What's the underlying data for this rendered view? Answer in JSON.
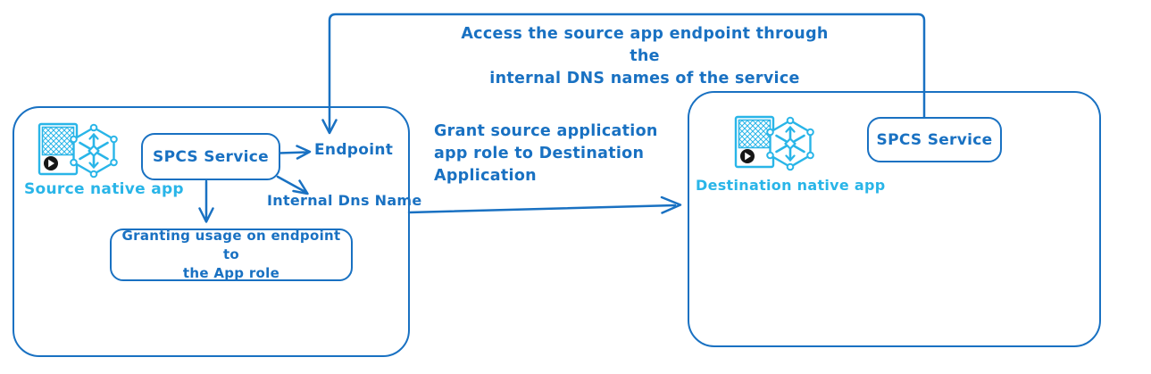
{
  "diagram_title": "SPCS service endpoint access between native apps",
  "colors": {
    "stroke_blue": "#1971c2",
    "accent_light_blue": "#29b5e8",
    "play_button_black": "#161616",
    "background": "#ffffff"
  },
  "notes": {
    "access_note": "Access the source app endpoint through the\ninternal DNS names of the service",
    "grant_note": "Grant source application\napp role to Destination\nApplication"
  },
  "source": {
    "app_label": "Source native app",
    "service_label": "SPCS Service",
    "endpoint_label": "Endpoint",
    "internal_dns_label": "Internal Dns Name",
    "granting_label": "Granting usage on endpoint to\nthe App role"
  },
  "destination": {
    "app_label": "Destination native app",
    "service_label": "SPCS Service"
  },
  "icons": {
    "source_icon": "native-app-snowflake-icon",
    "destination_icon": "native-app-snowflake-icon"
  }
}
